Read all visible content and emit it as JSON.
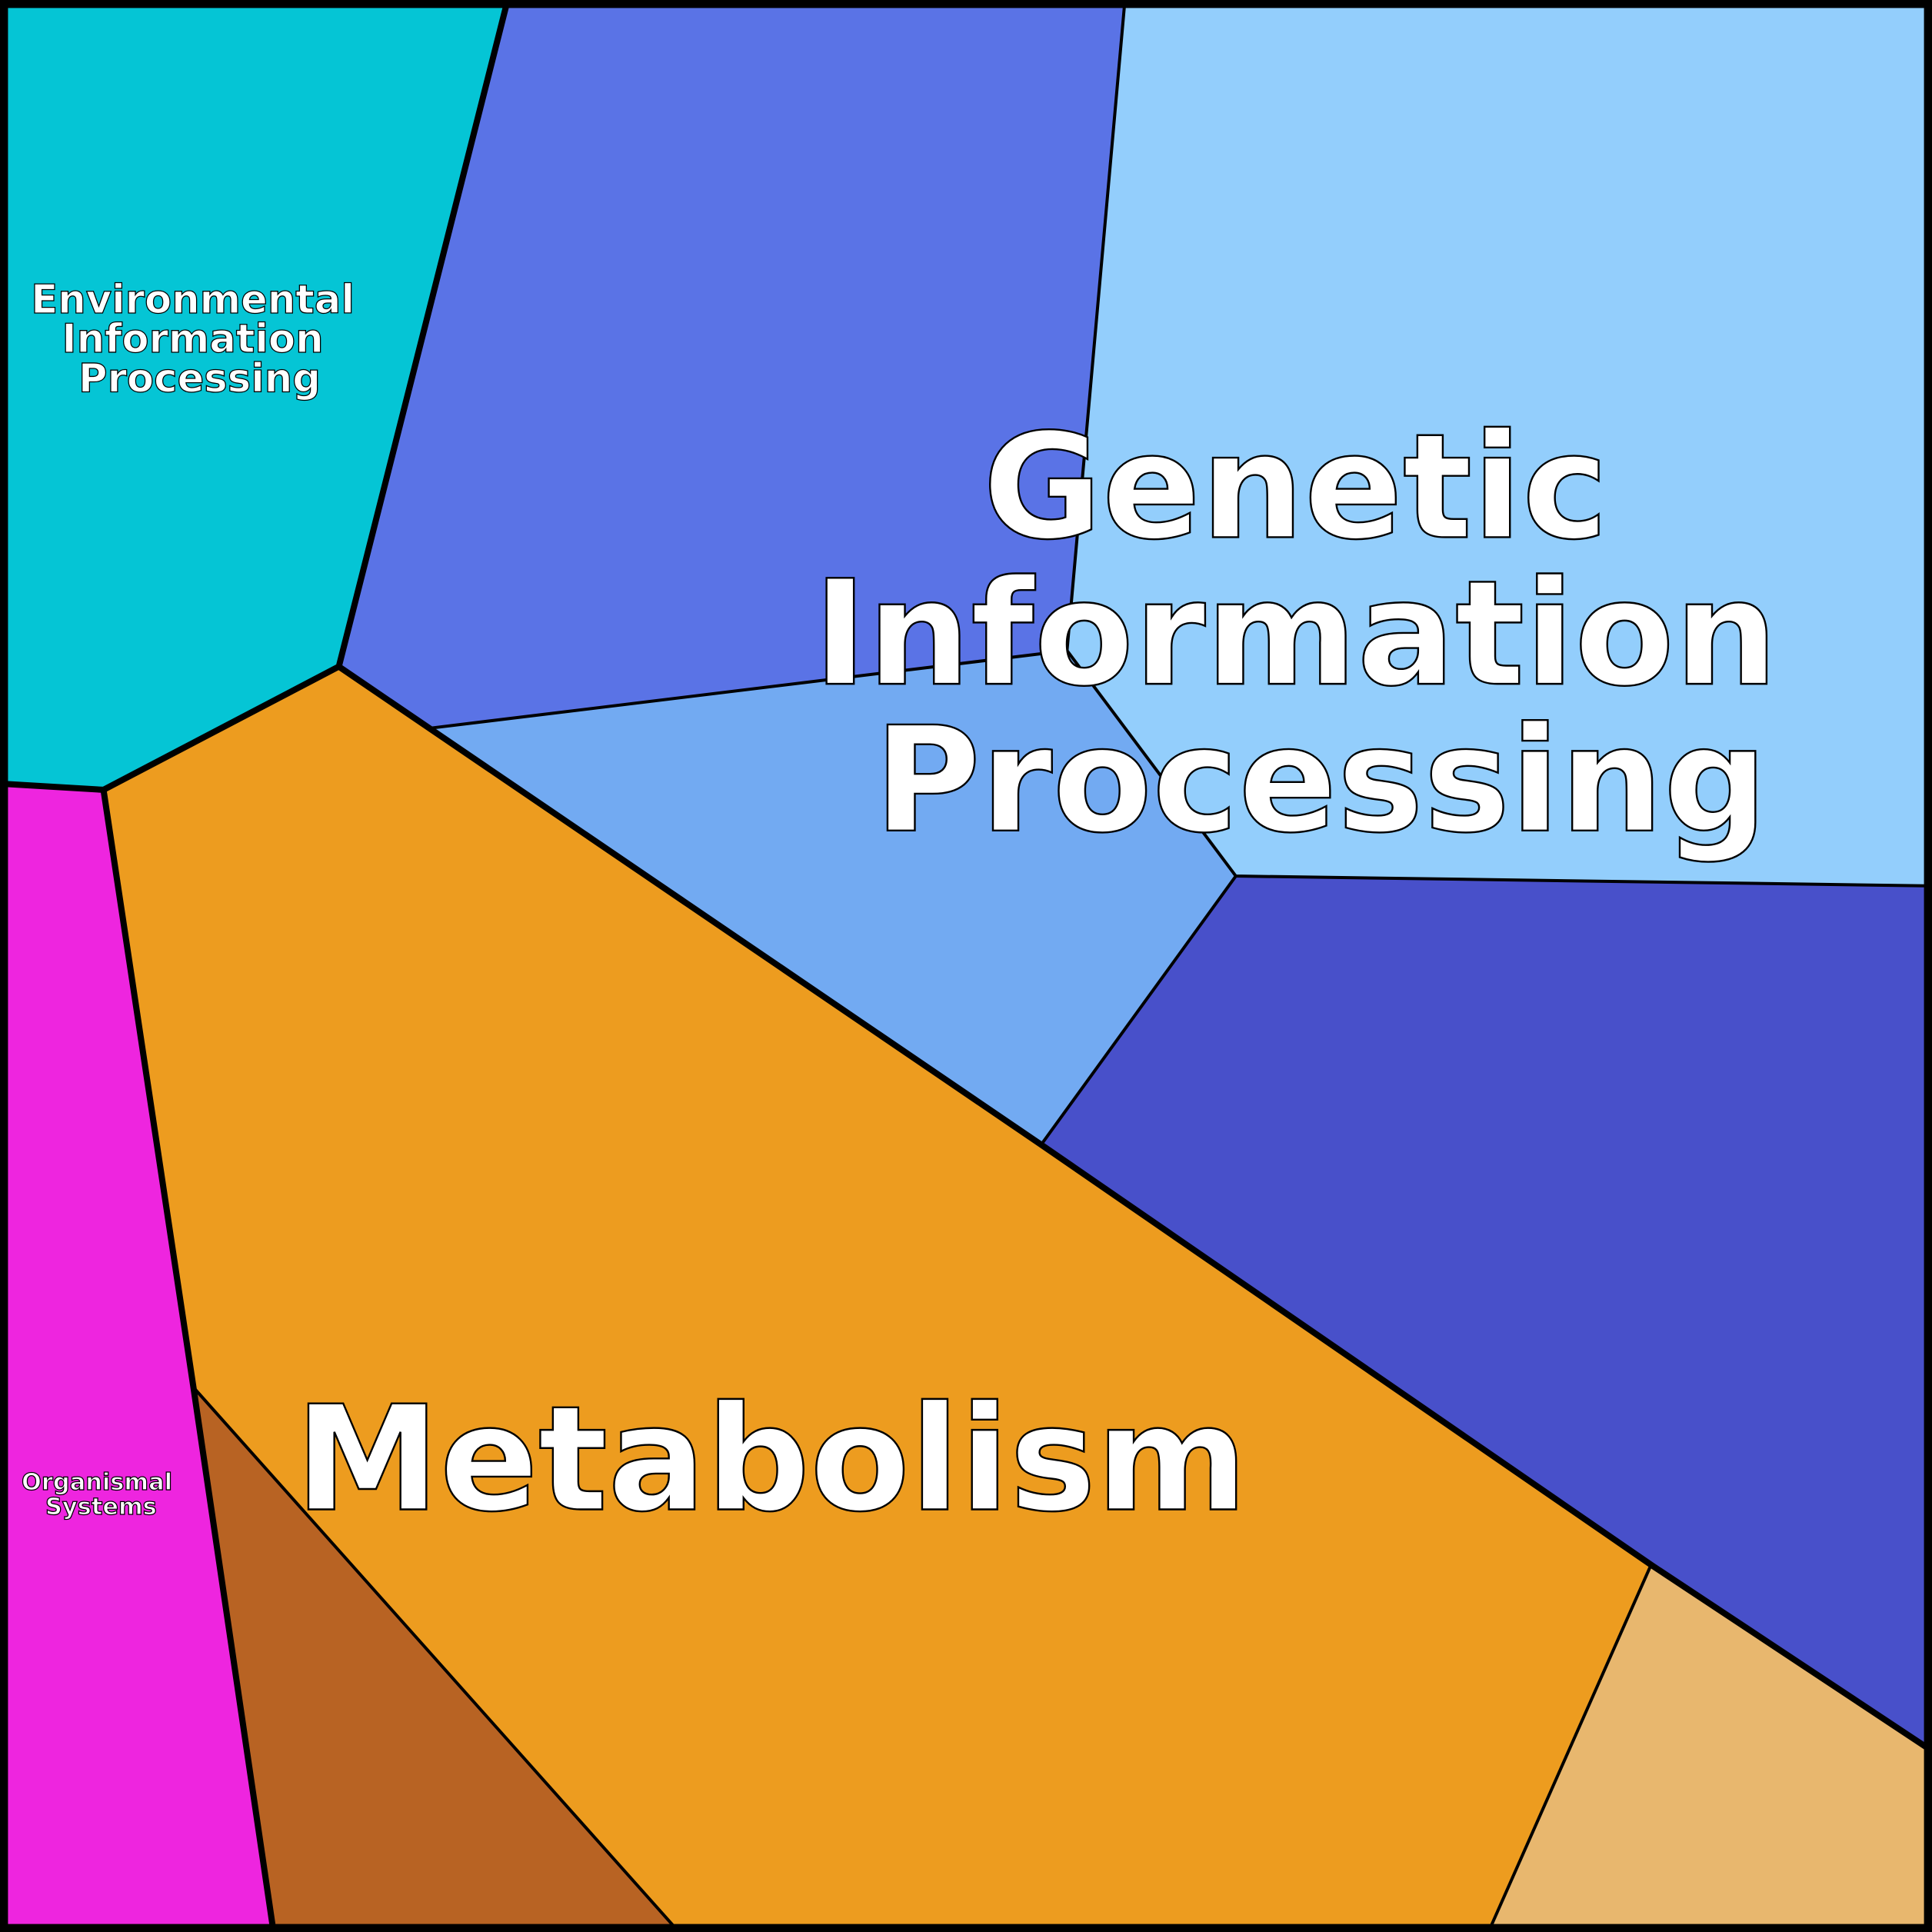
{
  "diagram": {
    "type": "voronoi-treemap",
    "categories": [
      {
        "name": "Environmental Information Processing",
        "lines": [
          "Environmental",
          "Information",
          "Processing"
        ],
        "color": "#05C5D5"
      },
      {
        "name": "Genetic Information Processing",
        "lines": [
          "Genetic",
          "Information",
          "Processing"
        ],
        "colors": [
          "#5A73E6",
          "#93CEFC",
          "#72AAF2",
          "#4850CA"
        ]
      },
      {
        "name": "Metabolism",
        "lines": [
          "Metabolism"
        ],
        "colors": [
          "#ED9C1F",
          "#E8B76E",
          "#B86323"
        ]
      },
      {
        "name": "Organismal Systems",
        "lines": [
          "Organismal",
          "Systems"
        ],
        "color": "#EE25DF"
      }
    ]
  }
}
